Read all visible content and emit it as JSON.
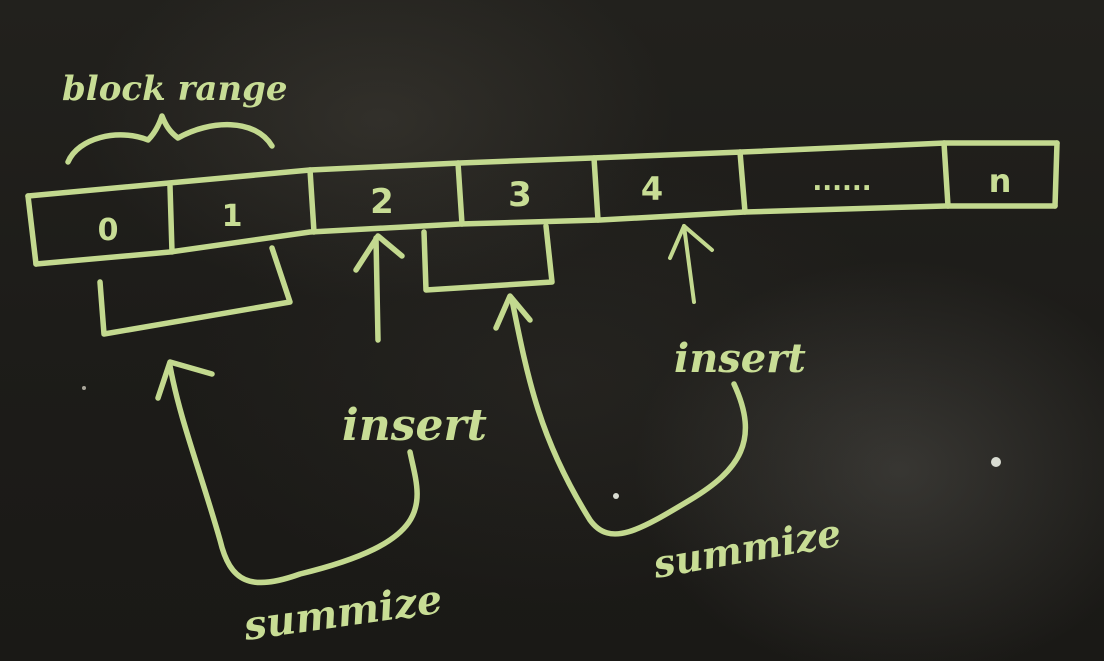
{
  "annotations": {
    "block_range": "block range",
    "insert_left": "insert",
    "insert_right": "insert",
    "summarize_left": "summize",
    "summarize_right": "summize"
  },
  "cells": [
    {
      "label": "0"
    },
    {
      "label": "1"
    },
    {
      "label": "2"
    },
    {
      "label": "3"
    },
    {
      "label": "4"
    },
    {
      "label": "......"
    },
    {
      "label": "n"
    }
  ],
  "colors": {
    "chalk": "#c3d98f",
    "board": "#1d1c19"
  }
}
